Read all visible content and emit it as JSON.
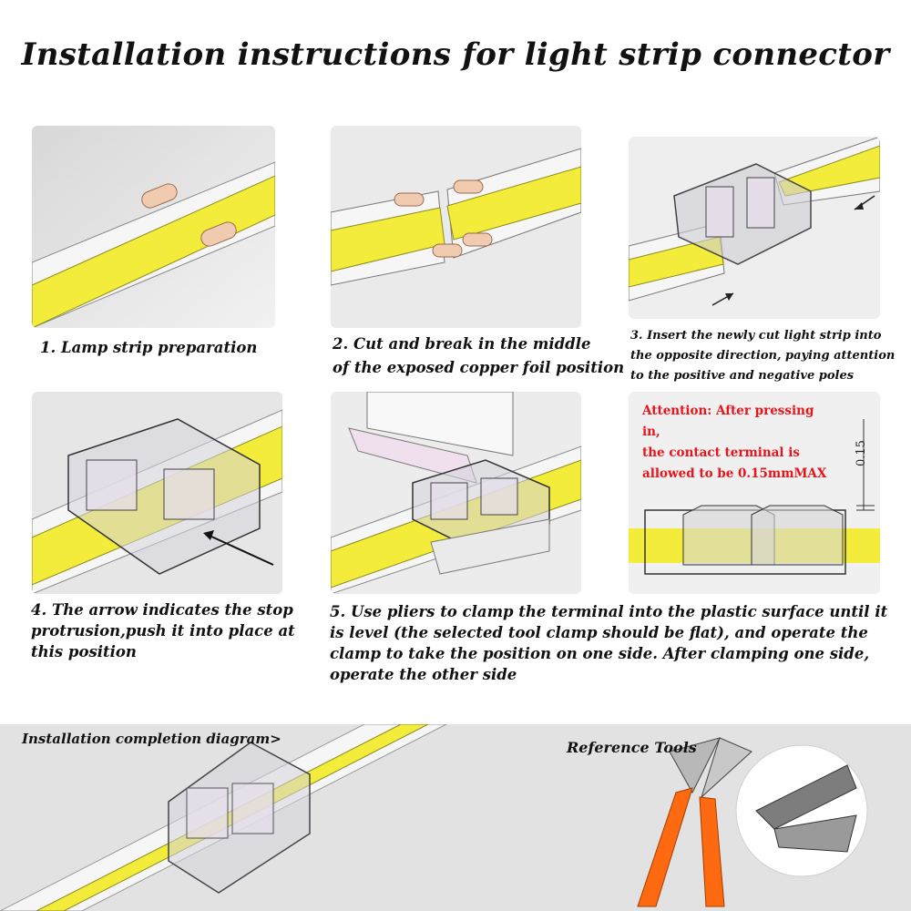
{
  "title": "Installation instructions for light strip connector",
  "steps": {
    "step1": "1. Lamp strip preparation",
    "step2_line1": "2. Cut and break in the middle",
    "step2_line2": "of the exposed copper foil position",
    "step3": "3. Insert the newly cut light strip into the opposite direction, paying attention to the positive and negative poles",
    "step4": "4. The arrow indicates the stop protrusion,push it into place at this position",
    "step5": "5. Use pliers to clamp the terminal into the plastic surface until it is level (the selected tool clamp should be flat), and operate the clamp to take the position on one side. After clamping one side, operate the other side"
  },
  "attention": {
    "line1": "Attention: After pressing in,",
    "line2": "the contact terminal is",
    "line3": "allowed to be 0.15mmMAX",
    "dimension": "0.15"
  },
  "bottom": {
    "completion_label": "Installation completion diagram>",
    "tools_label": "Reference Tools"
  },
  "colors": {
    "led_yellow": "#f3ec3a",
    "strip_white": "#f4f4f4",
    "copper_pad": "#f0cbb0",
    "attention_red": "#e8141b",
    "plier_orange": "#ff6a10",
    "bottom_bg": "#e2e2e2"
  }
}
